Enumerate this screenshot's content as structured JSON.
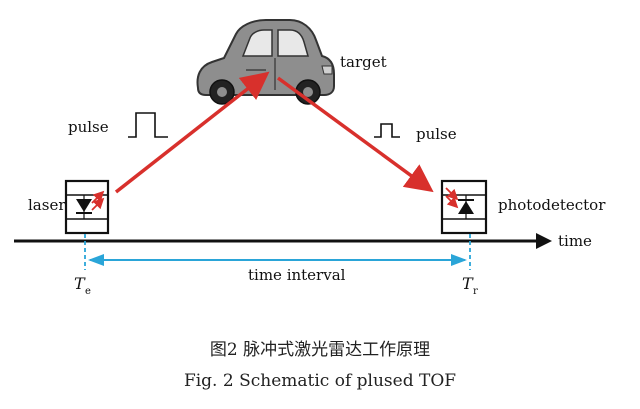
{
  "labels": {
    "target": "target",
    "pulse_left": "pulse",
    "pulse_right": "pulse",
    "laser": "laser",
    "photodetector": "photodetector",
    "time": "time",
    "time_interval": "time interval",
    "te_main": "T",
    "te_sub": "e",
    "tr_main": "T",
    "tr_sub": "r"
  },
  "caption": {
    "cn": "图2   脉冲式激光雷达工作原理",
    "en": "Fig. 2   Schematic of plused TOF"
  },
  "colors": {
    "beam": "#d8302c",
    "interval": "#2aa5d8",
    "car_body": "#8e8e8e",
    "ink": "#111111"
  }
}
